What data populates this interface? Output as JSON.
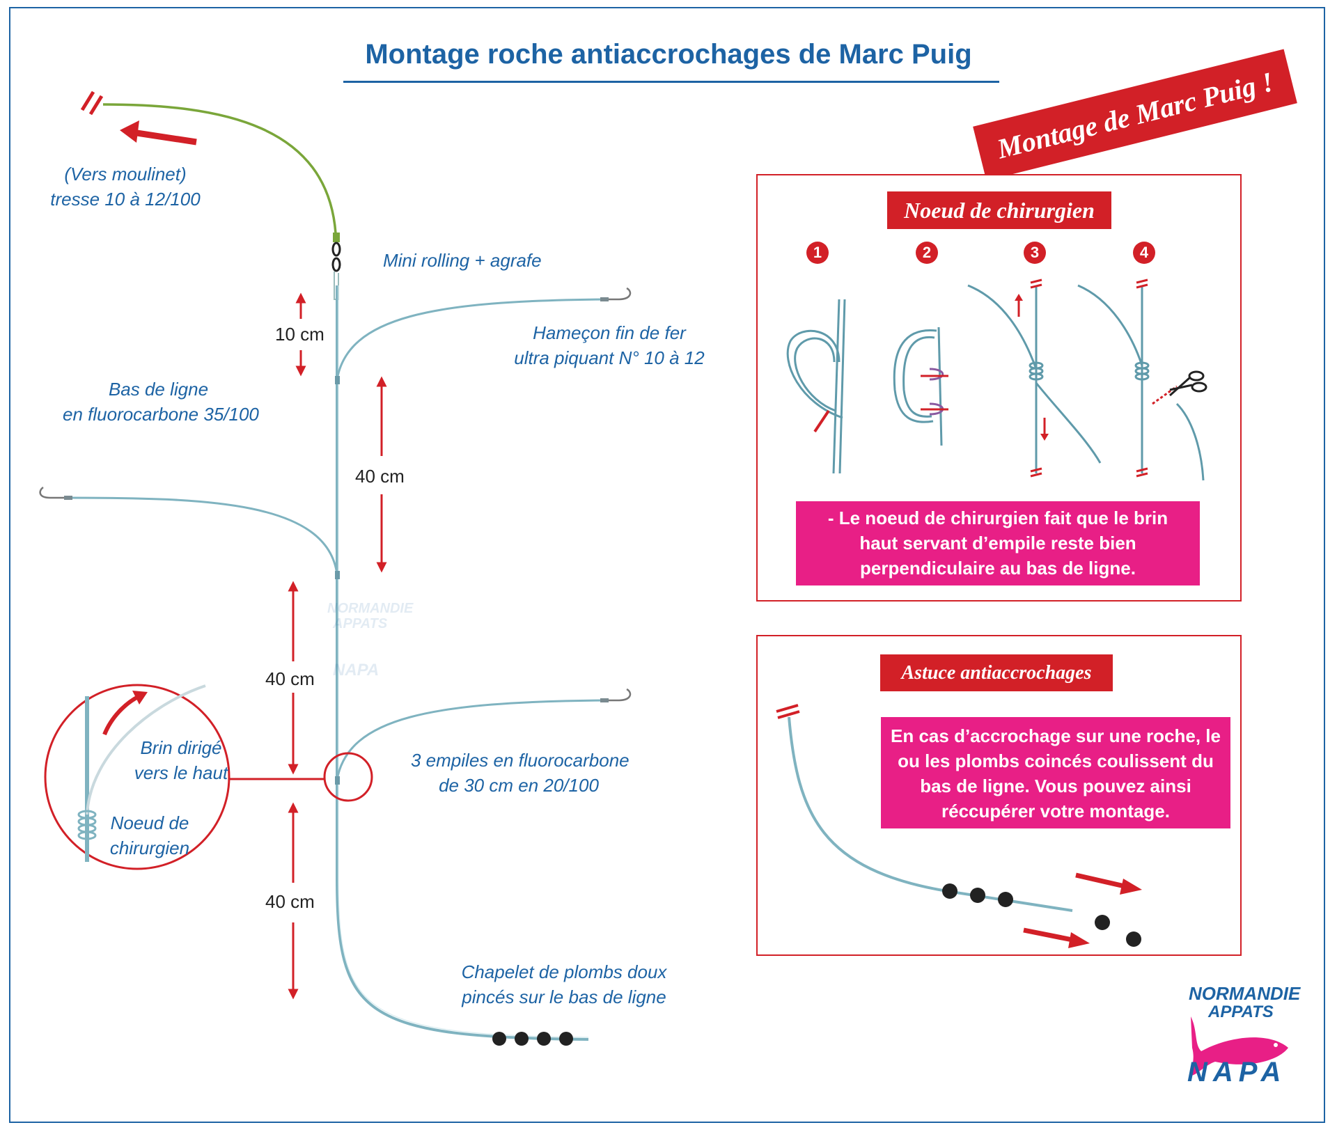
{
  "title": "Montage roche antiaccrochages de Marc Puig",
  "badge": "Montage de Marc Puig !",
  "labels": {
    "vers_moulinet": "(Vers moulinet)",
    "tresse": "tresse 10 à 12/100",
    "mini_rolling": "Mini rolling + agrafe",
    "hamecon_1": "Hameçon fin de fer",
    "hamecon_2": "ultra piquant N° 10 à 12",
    "bas_de_ligne_1": "Bas de ligne",
    "bas_de_ligne_2": "en fluorocarbone 35/100",
    "empiles_1": "3 empiles en fluorocarbone",
    "empiles_2": "de 30 cm en 20/100",
    "chapelet_1": "Chapelet de plombs doux",
    "chapelet_2": "pincés sur le bas de ligne",
    "brin_1": "Brin dirigé",
    "brin_2": "vers le haut",
    "noeud_1": "Noeud de",
    "noeud_2": "chirurgien"
  },
  "dimensions": {
    "d1": "10 cm",
    "d2": "40 cm",
    "d3": "40 cm",
    "d4": "40 cm"
  },
  "panel_knot": {
    "heading": "Noeud de chirurgien",
    "steps": [
      "1",
      "2",
      "3",
      "4"
    ],
    "text_1": "- Le noeud de chirurgien fait que le brin",
    "text_2": "haut servant d’empile reste bien",
    "text_3": "perpendiculaire au bas de ligne."
  },
  "panel_tip": {
    "heading": "Astuce antiaccrochages",
    "text_1": "En cas d’accrochage sur une roche, le",
    "text_2": "ou les plombs coincés coulissent du",
    "text_3": "bas de ligne. Vous pouvez ainsi",
    "text_4": "réccupérer votre montage."
  },
  "logo": {
    "line_1": "NORMANDIE",
    "line_2": "APPATS",
    "line_3": "NAPA"
  },
  "colors": {
    "blue": "#1d63a4",
    "red": "#d22027",
    "pink": "#e81f86",
    "line": "#7fb3c0",
    "braid": "#7aa63a"
  }
}
